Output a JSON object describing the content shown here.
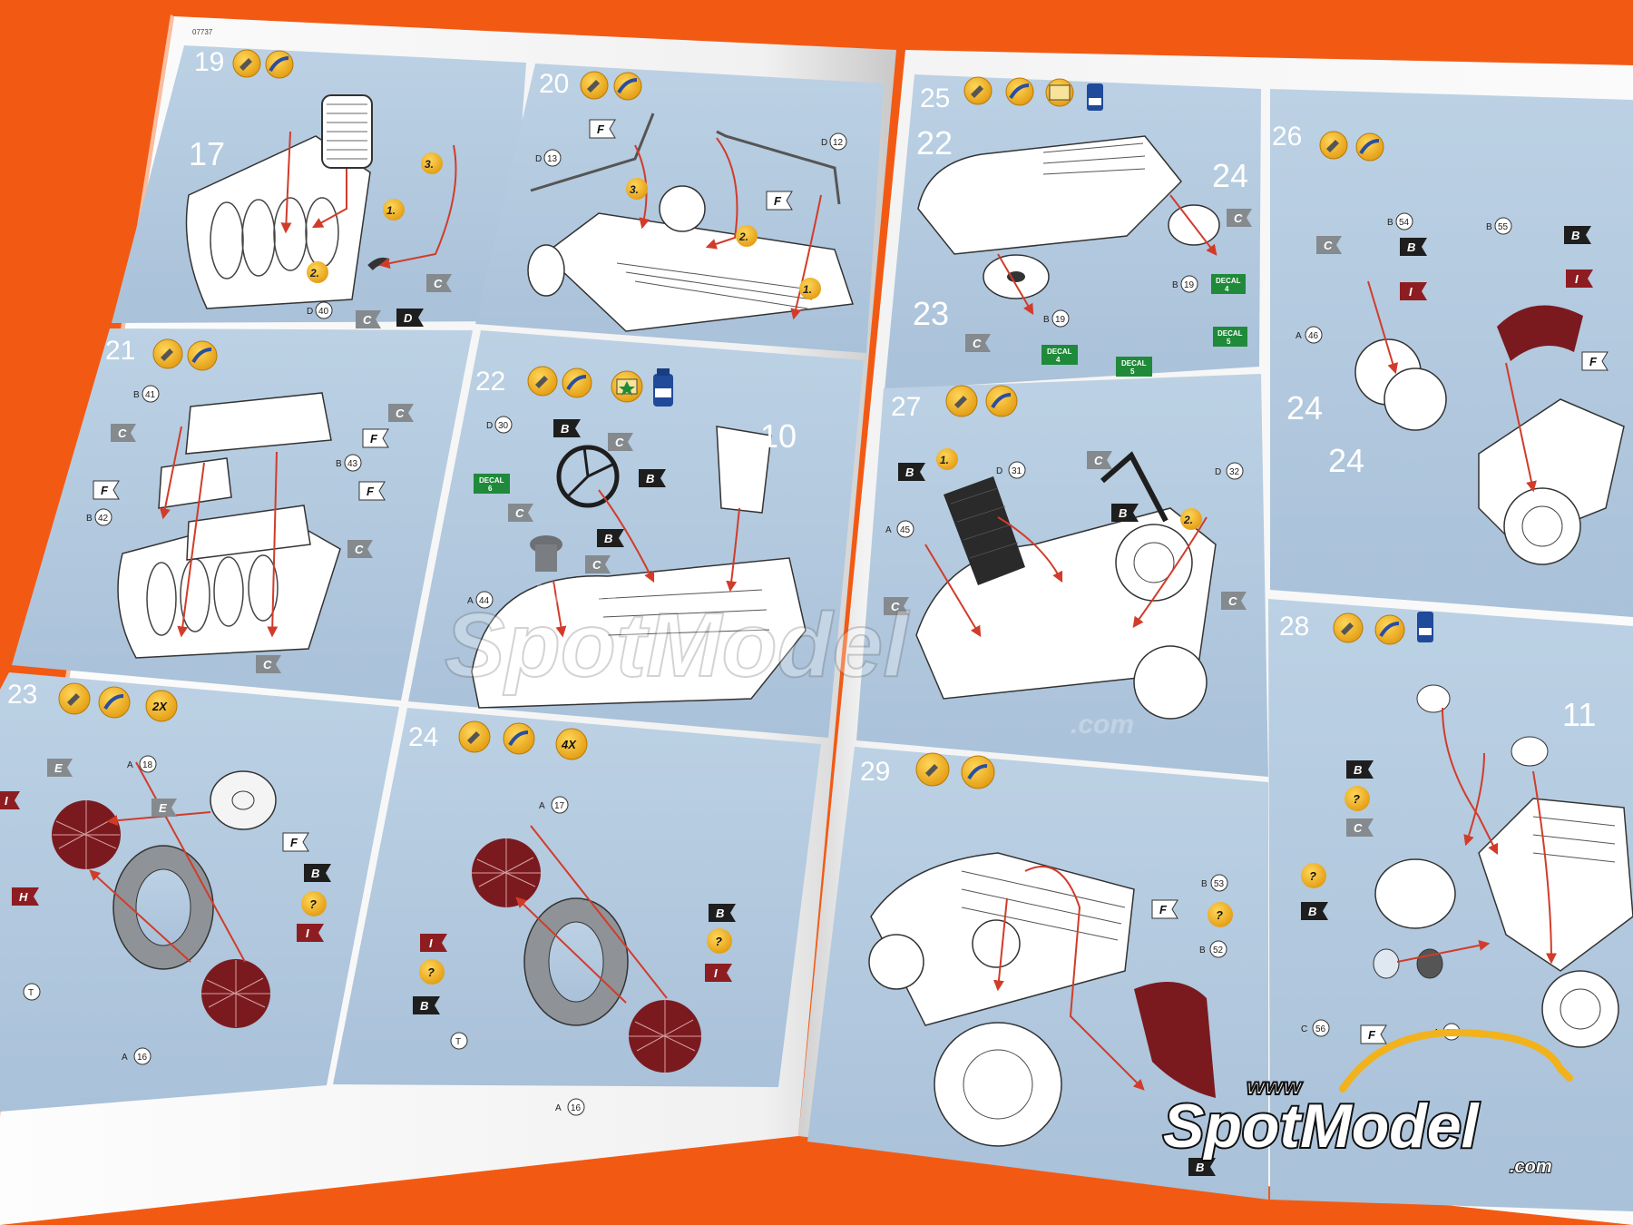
{
  "sheet_codes": {
    "left": "07737",
    "right": "07737"
  },
  "steps": [
    {
      "id": "19",
      "number": "19"
    },
    {
      "id": "20",
      "number": "20"
    },
    {
      "id": "21",
      "number": "21"
    },
    {
      "id": "22",
      "number": "22"
    },
    {
      "id": "23",
      "number": "23",
      "multiplier": "2X"
    },
    {
      "id": "24",
      "number": "24",
      "multiplier": "4X"
    },
    {
      "id": "25",
      "number": "25"
    },
    {
      "id": "26",
      "number": "26"
    },
    {
      "id": "27",
      "number": "27"
    },
    {
      "id": "28",
      "number": "28"
    },
    {
      "id": "29",
      "number": "29"
    }
  ],
  "subassembly_labels": {
    "s19": "17",
    "s22": "10",
    "s25_a": "22",
    "s25_b": "24",
    "s25_c": "23",
    "s26_a": "24",
    "s26_b": "24",
    "s28": "11"
  },
  "callouts": {
    "c1": "1.",
    "c2": "2.",
    "c3": "3."
  },
  "parts": {
    "d40": {
      "letter": "D",
      "num": "40"
    },
    "d13": {
      "letter": "D",
      "num": "13"
    },
    "d12": {
      "letter": "D",
      "num": "12"
    },
    "b41": {
      "letter": "B",
      "num": "41"
    },
    "b42": {
      "letter": "B",
      "num": "42"
    },
    "b43": {
      "letter": "B",
      "num": "43"
    },
    "d30": {
      "letter": "D",
      "num": "30"
    },
    "a44": {
      "letter": "A",
      "num": "44"
    },
    "a18": {
      "letter": "A",
      "num": "18"
    },
    "a16a": {
      "letter": "A",
      "num": "16"
    },
    "t1": {
      "letter": "",
      "num": "T"
    },
    "a17": {
      "letter": "A",
      "num": "17"
    },
    "a16b": {
      "letter": "A",
      "num": "16"
    },
    "t2": {
      "letter": "",
      "num": "T"
    },
    "b19a": {
      "letter": "B",
      "num": "19"
    },
    "b19b": {
      "letter": "B",
      "num": "19"
    },
    "b54": {
      "letter": "B",
      "num": "54"
    },
    "b55": {
      "letter": "B",
      "num": "55"
    },
    "a46": {
      "letter": "A",
      "num": "46"
    },
    "d31": {
      "letter": "D",
      "num": "31"
    },
    "d32": {
      "letter": "D",
      "num": "32"
    },
    "a45": {
      "letter": "A",
      "num": "45"
    },
    "b53": {
      "letter": "B",
      "num": "53"
    },
    "b52": {
      "letter": "B",
      "num": "52"
    },
    "c56": {
      "letter": "C",
      "num": "56"
    },
    "a57": {
      "letter": "A",
      "num": "57"
    }
  },
  "flags": {
    "c": "C",
    "d": "D",
    "f": "F",
    "b": "B",
    "e": "E",
    "i": "I",
    "h": "H",
    "q": "?"
  },
  "decals": {
    "d6": {
      "label": "DECAL",
      "num": "6"
    },
    "d4a": {
      "label": "DECAL",
      "num": "4"
    },
    "d4b": {
      "label": "DECAL",
      "num": "4"
    },
    "d5a": {
      "label": "DECAL",
      "num": "5"
    },
    "d5b": {
      "label": "DECAL",
      "num": "5"
    }
  },
  "watermark": {
    "www": "www",
    "brand": "SpotModel",
    "tld": ".com"
  },
  "colors": {
    "background": "#f25a14",
    "page": "#fafafa",
    "panel": "#b2c9df",
    "arrow": "#d13c2a",
    "paint_icon": "#f2b21b",
    "wheel_maroon": "#7a1a1f",
    "tire_grey": "#8f9397",
    "flag_grey": "#858a8e",
    "flag_dark": "#1e1e1e",
    "flag_red": "#8e1d22",
    "decal_green": "#1f8a3a"
  }
}
